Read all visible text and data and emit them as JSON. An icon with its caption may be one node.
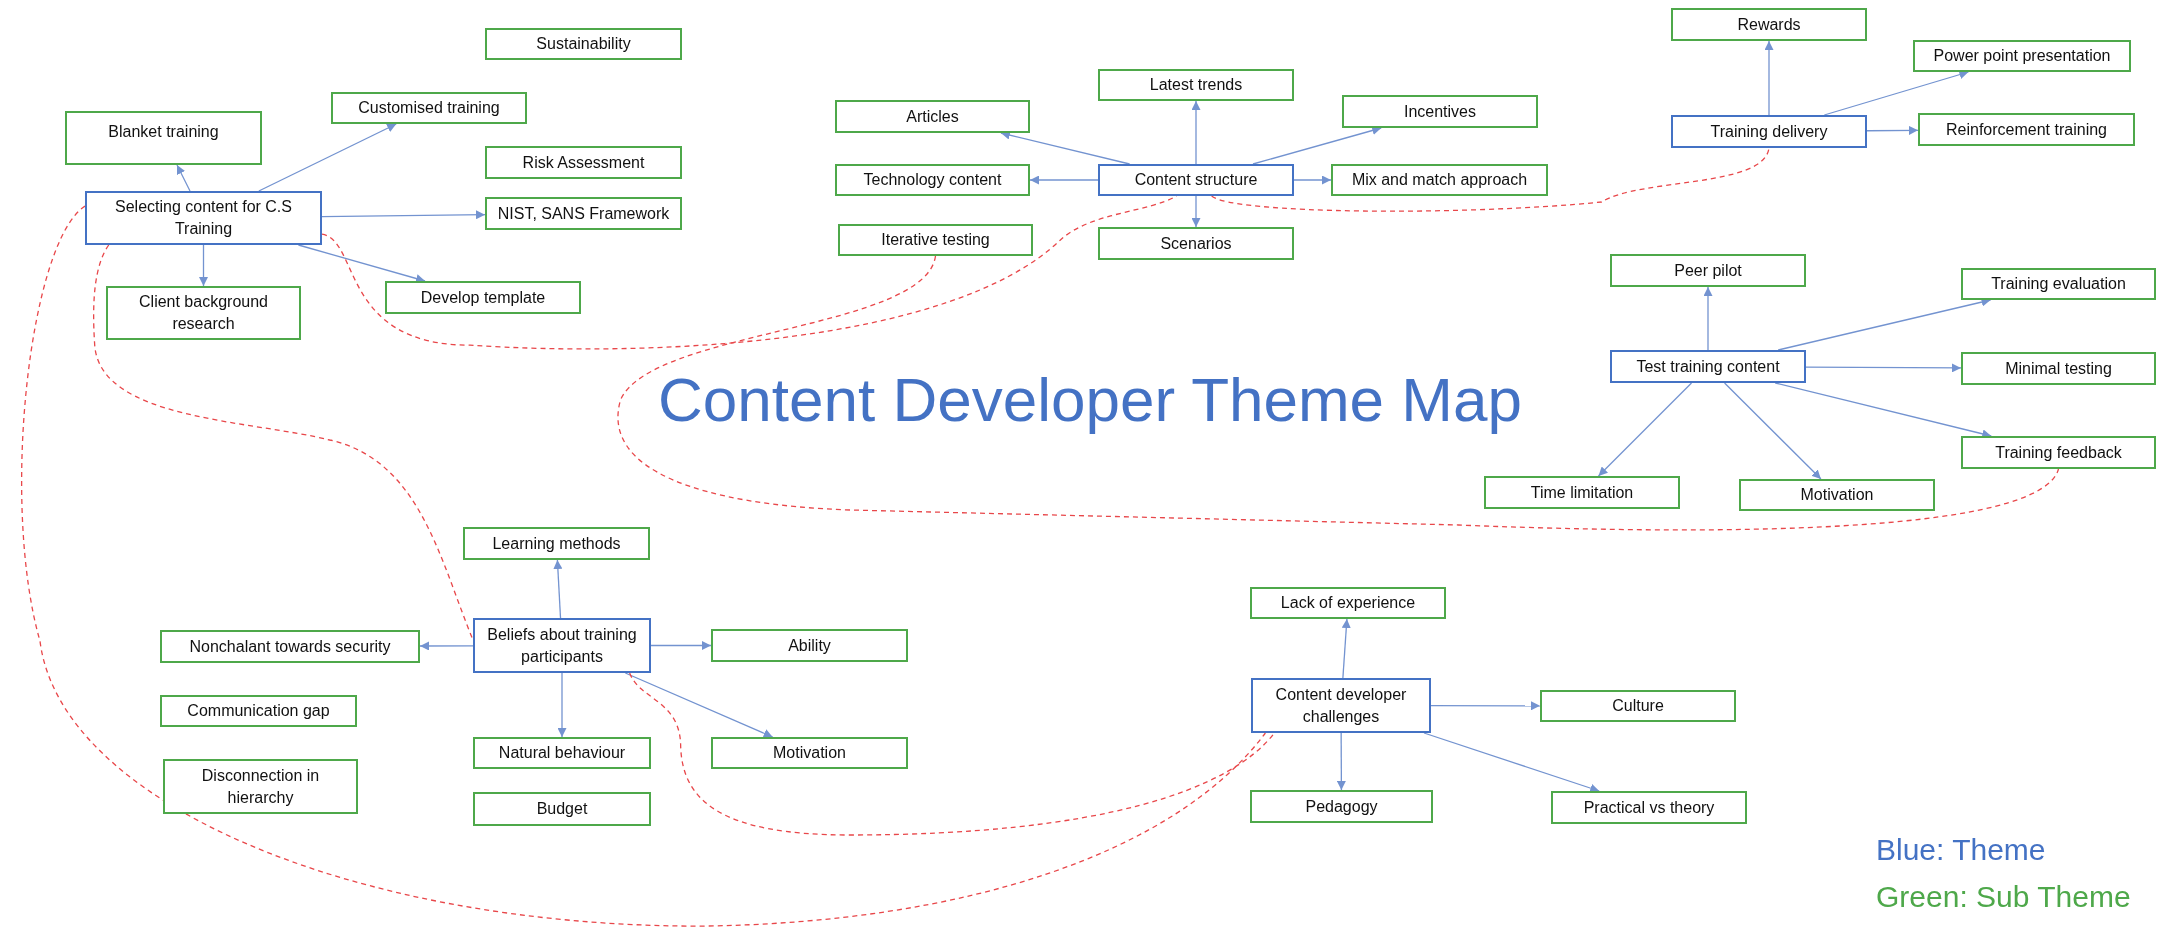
{
  "diagram": {
    "title": "Content Developer Theme Map",
    "nodes": [
      {
        "text": [
          "Sustainability"
        ]
      },
      {
        "text": [
          "Rewards"
        ]
      },
      {
        "text": [
          "Power point presentation"
        ]
      },
      {
        "text": [
          "Latest trends"
        ]
      },
      {
        "text": [
          "Customised training"
        ]
      },
      {
        "text": [
          "Incentives"
        ]
      },
      {
        "text": [
          "Articles"
        ]
      },
      {
        "text": [
          "Blanket training"
        ]
      },
      {
        "text": [
          "Training delivery"
        ]
      },
      {
        "text": [
          "Reinforcement training"
        ]
      },
      {
        "text": [
          "Risk Assessment"
        ]
      },
      {
        "text": [
          "Technology content"
        ]
      },
      {
        "text": [
          "Content structure"
        ]
      },
      {
        "text": [
          "Mix and match approach"
        ]
      },
      {
        "text": [
          "Selecting content for C.S Training"
        ]
      },
      {
        "text": [
          "NIST, SANS Framework"
        ]
      },
      {
        "text": [
          "Iterative testing"
        ]
      },
      {
        "text": [
          "Scenarios"
        ]
      },
      {
        "text": [
          "Peer pilot"
        ]
      },
      {
        "text": [
          "Training evaluation"
        ]
      },
      {
        "text": [
          "Develop template"
        ]
      },
      {
        "text": [
          "Client background research"
        ]
      },
      {
        "text": [
          "Test training content"
        ]
      },
      {
        "text": [
          "Minimal testing"
        ]
      },
      {
        "text": [
          "Training feedback"
        ]
      },
      {
        "text": [
          "Time limitation"
        ]
      },
      {
        "text": [
          "Motivation"
        ]
      },
      {
        "text": [
          "Learning methods"
        ]
      },
      {
        "text": [
          "Lack of experience"
        ]
      },
      {
        "text": [
          "Beliefs about training participants"
        ]
      },
      {
        "text": [
          "Nonchalant towards security"
        ]
      },
      {
        "text": [
          "Ability"
        ]
      },
      {
        "text": [
          "Content developer challenges"
        ]
      },
      {
        "text": [
          "Culture"
        ]
      },
      {
        "text": [
          "Communication gap"
        ]
      },
      {
        "text": [
          "Natural behaviour"
        ]
      },
      {
        "text": [
          "Motivation"
        ]
      },
      {
        "text": [
          "Disconnection in hierarchy"
        ]
      },
      {
        "text": [
          "Pedagogy"
        ]
      },
      {
        "text": [
          "Practical vs theory"
        ]
      },
      {
        "text": [
          "Budget"
        ]
      }
    ],
    "edges": [
      {
        "from": 14,
        "to": 7,
        "arrow": "to"
      },
      {
        "from": 14,
        "to": 4,
        "arrow": "to"
      },
      {
        "from": 14,
        "to": 15,
        "arrow": "to"
      },
      {
        "from": 14,
        "to": 20,
        "arrow": "to"
      },
      {
        "from": 14,
        "to": 21,
        "arrow": "to"
      },
      {
        "from": 12,
        "to": 6,
        "arrow": "to"
      },
      {
        "from": 12,
        "to": 3,
        "arrow": "to"
      },
      {
        "from": 12,
        "to": 5,
        "arrow": "to"
      },
      {
        "from": 12,
        "to": 11,
        "arrow": "to"
      },
      {
        "from": 12,
        "to": 13,
        "arrow": "to"
      },
      {
        "from": 12,
        "to": 17,
        "arrow": "to"
      },
      {
        "from": 8,
        "to": 1,
        "arrow": "to"
      },
      {
        "from": 8,
        "to": 2,
        "arrow": "to"
      },
      {
        "from": 8,
        "to": 9,
        "arrow": "to"
      },
      {
        "from": 22,
        "to": 18,
        "arrow": "to"
      },
      {
        "from": 22,
        "to": 19,
        "arrow": "to"
      },
      {
        "from": 22,
        "to": 23,
        "arrow": "to"
      },
      {
        "from": 22,
        "to": 24,
        "arrow": "to"
      },
      {
        "from": 22,
        "to": 25,
        "arrow": "to"
      },
      {
        "from": 22,
        "to": 26,
        "arrow": "to"
      },
      {
        "from": 29,
        "to": 27,
        "arrow": "to"
      },
      {
        "from": 29,
        "to": 30,
        "arrow": "to"
      },
      {
        "from": 29,
        "to": 31,
        "arrow": "to"
      },
      {
        "from": 29,
        "to": 35,
        "arrow": "to"
      },
      {
        "from": 29,
        "to": 36,
        "arrow": "to"
      },
      {
        "from": 32,
        "to": 28,
        "arrow": "to"
      },
      {
        "from": 32,
        "to": 33,
        "arrow": "to"
      },
      {
        "from": 32,
        "to": 38,
        "arrow": "to"
      },
      {
        "from": 32,
        "to": 39,
        "arrow": "to"
      },
      {
        "from": 14,
        "to": 29,
        "arrow": "none",
        "style": "dashed",
        "color": "#e8474a"
      },
      {
        "from": 14,
        "to": 12,
        "arrow": "none",
        "style": "dashed",
        "color": "#e8474a"
      },
      {
        "from": 12,
        "to": 8,
        "arrow": "none",
        "style": "dashed",
        "color": "#e8474a"
      },
      {
        "from": 16,
        "to": 24,
        "arrow": "none",
        "style": "dashed",
        "color": "#e8474a"
      },
      {
        "from": 14,
        "to": 32,
        "arrow": "none",
        "style": "dashed",
        "color": "#e8474a"
      },
      {
        "from": 29,
        "to": 32,
        "arrow": "none",
        "style": "dashed",
        "color": "#e8474a"
      }
    ],
    "legend": [
      {
        "text": "Blue: Theme",
        "color": "#4472c4"
      },
      {
        "text": "Green: Sub Theme",
        "color": "#4ea84a"
      }
    ]
  }
}
